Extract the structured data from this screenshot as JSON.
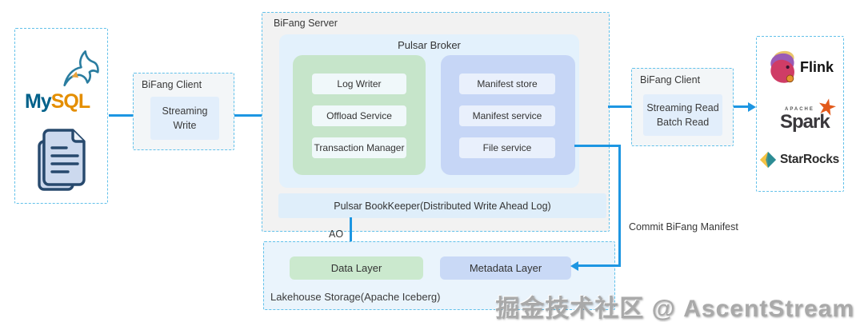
{
  "source": {
    "mysql_my": "My",
    "mysql_sql": "SQL"
  },
  "client_write": {
    "title": "BiFang Client",
    "mode_line1": "Streaming",
    "mode_line2": "Write"
  },
  "server": {
    "title": "BiFang Server",
    "broker": {
      "title": "Pulsar Broker",
      "write_services": [
        "Log Writer",
        "Offload Service",
        "Transaction Manager"
      ],
      "manifest_services": [
        "Manifest store",
        "Manifest service",
        "File service"
      ]
    },
    "bookkeeper": "Pulsar BookKeeper(Distributed Write Ahead Log)"
  },
  "lakehouse": {
    "title": "Lakehouse Storage(Apache Iceberg)",
    "data_layer": "Data Layer",
    "metadata_layer": "Metadata Layer"
  },
  "client_read": {
    "title": "BiFang Client",
    "mode_line1": "Streaming Read",
    "mode_line2": "Batch Read"
  },
  "engines": {
    "flink": "Flink",
    "spark_apache": "APACHE",
    "spark": "Spark",
    "spark_star": "★",
    "starrocks": "StarRocks"
  },
  "labels": {
    "ao": "AO",
    "commit": "Commit BiFang Manifest"
  },
  "watermark": "掘金技术社区 @ AscentStream",
  "colors": {
    "arrow": "#1d96e2",
    "dashed_border": "#62c1ea",
    "server_bg": "#f2f2f2",
    "broker_bg": "#e3f1fc",
    "green_group": "#c6e5ca",
    "blue_group": "#c6d6f6",
    "bookkeeper_bg": "#dfeefa",
    "lakehouse_bg": "#eaf4fc",
    "data_layer_bg": "#cbe9ce",
    "metadata_layer_bg": "#c9d9f6",
    "mysql_blue": "#00618a",
    "mysql_orange": "#e48e00"
  }
}
